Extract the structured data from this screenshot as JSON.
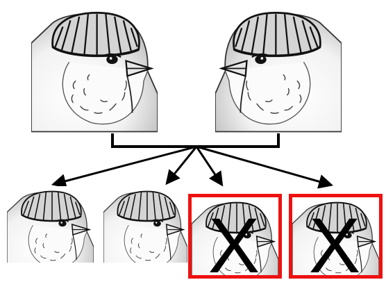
{
  "diagram": {
    "parents": [
      {
        "facing": "right",
        "crest": "crested"
      },
      {
        "facing": "left",
        "crest": "crested"
      }
    ],
    "offspring": [
      {
        "crest": "crested",
        "rejected": false
      },
      {
        "crest": "crested",
        "rejected": false
      },
      {
        "crest": "crested",
        "rejected": true,
        "mark": "X"
      },
      {
        "crest": "crested",
        "rejected": true,
        "mark": "X"
      }
    ],
    "colors": {
      "reject_frame": "#ee1111",
      "mark": "#000000",
      "line": "#000000",
      "feather_shading": "#bdbdbd"
    },
    "icons": {
      "bird": "crested-canary-head-icon",
      "arrow": "down-arrow-icon",
      "reject": "x-mark-icon"
    }
  }
}
